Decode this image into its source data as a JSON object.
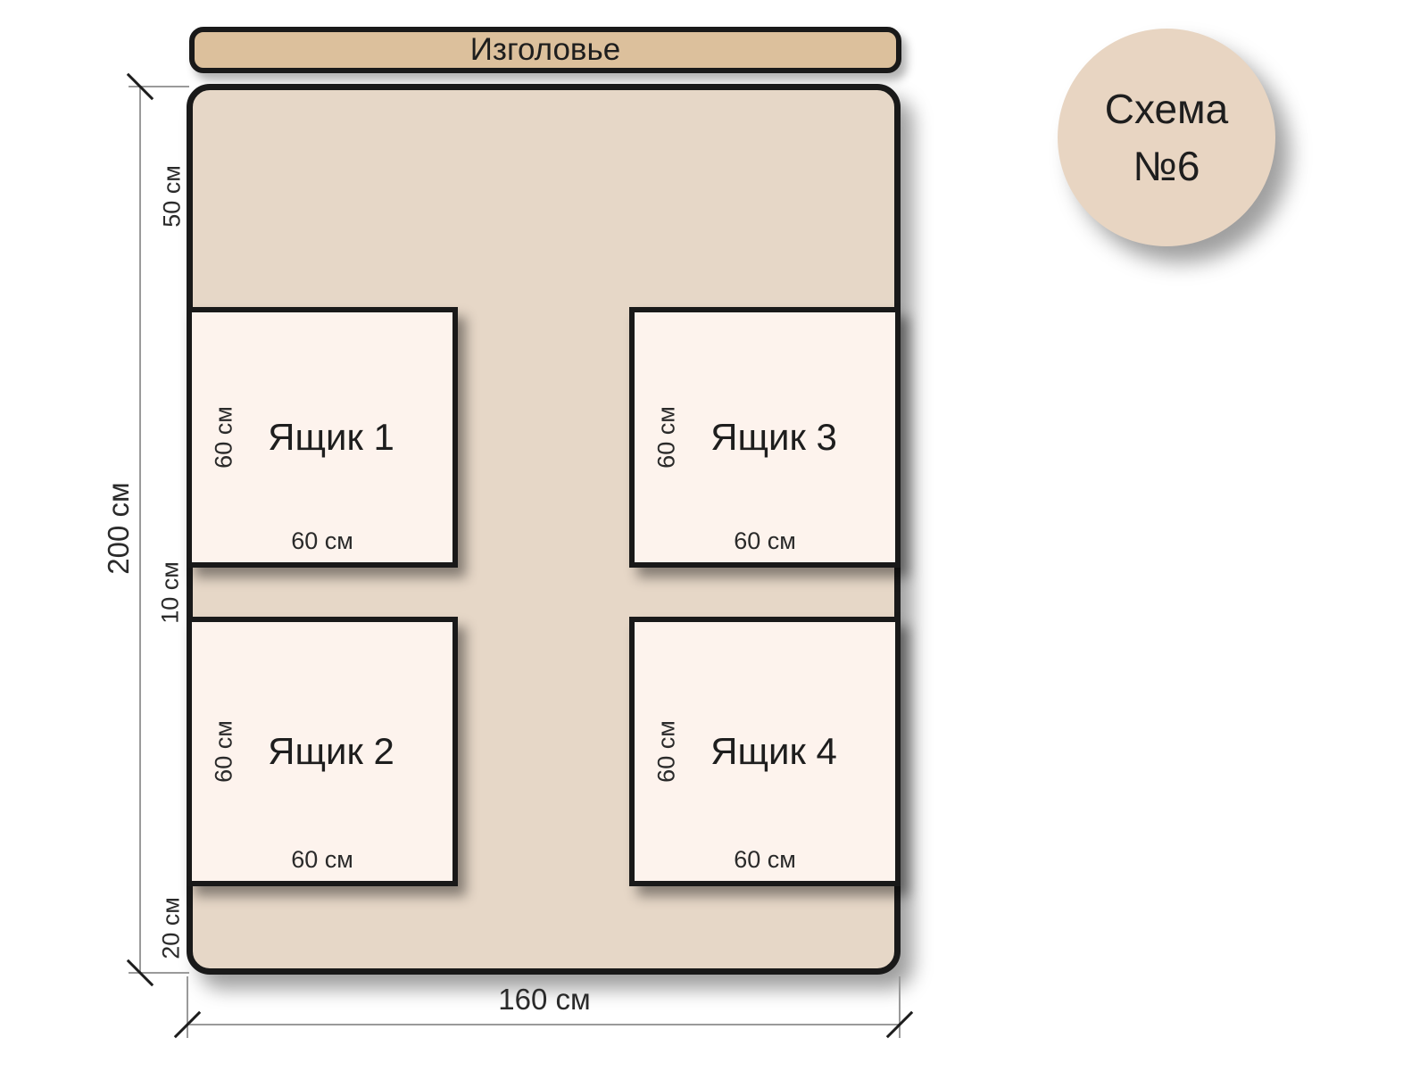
{
  "badge": {
    "line1": "Схема",
    "line2": "№6"
  },
  "headboard": {
    "label": "Изголовье"
  },
  "dimensions": {
    "total_height": "200 см",
    "total_width": "160 см",
    "top_offset": "50 см",
    "middle_gap": "10 см",
    "bottom_offset": "20 см"
  },
  "drawers": [
    {
      "label": "Ящик 1",
      "height": "60 см",
      "width": "60 см"
    },
    {
      "label": "Ящик 2",
      "height": "60 см",
      "width": "60 см"
    },
    {
      "label": "Ящик 3",
      "height": "60 см",
      "width": "60 см"
    },
    {
      "label": "Ящик 4",
      "height": "60 см",
      "width": "60 см"
    }
  ],
  "colors": {
    "headboard_fill": "#dcc09c",
    "bed_fill": "#e6d7c7",
    "drawer_fill": "#fdf3ed",
    "badge_fill": "#e8d5c2",
    "outline": "#191919",
    "dimension_line": "#9a9a9a"
  }
}
